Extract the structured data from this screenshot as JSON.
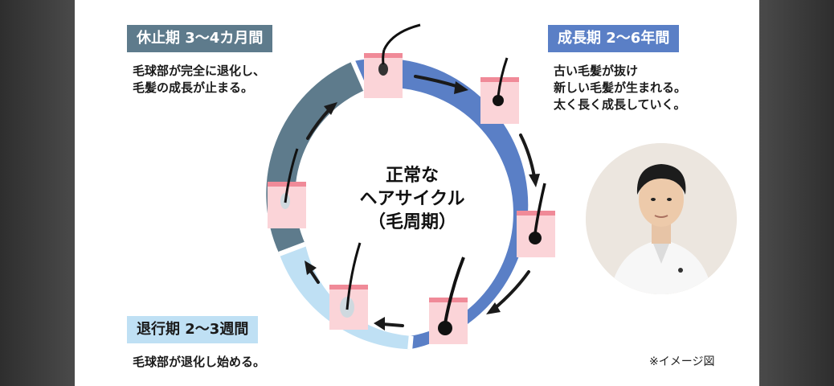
{
  "phases": {
    "resting": {
      "title": "休止期 3〜4カ月間",
      "desc": [
        "毛球部が完全に退化し、",
        "毛髪の成長が止まる。"
      ],
      "color": "#5e7b8c"
    },
    "growth": {
      "title": "成長期 2〜6年間",
      "desc": [
        "古い毛髪が抜け",
        "新しい毛髪が生まれる。",
        "太く長く成長していく。"
      ],
      "color": "#5a7fc6"
    },
    "regression": {
      "title": "退行期 2〜3週間",
      "desc": [
        "毛球部が退化し始める。"
      ],
      "color": "#bfe0f4"
    }
  },
  "center": {
    "line1": "正常な",
    "line2": "ヘアサイクル",
    "line3": "（毛周期）"
  },
  "note": "※イメージ図",
  "colors": {
    "ring_growth": "#5a7fc6",
    "ring_resting": "#5e7b8c",
    "ring_regression": "#bfe0f4",
    "skin": "#fbd4d8",
    "skin_top": "#f08a98",
    "hair": "#111111"
  }
}
